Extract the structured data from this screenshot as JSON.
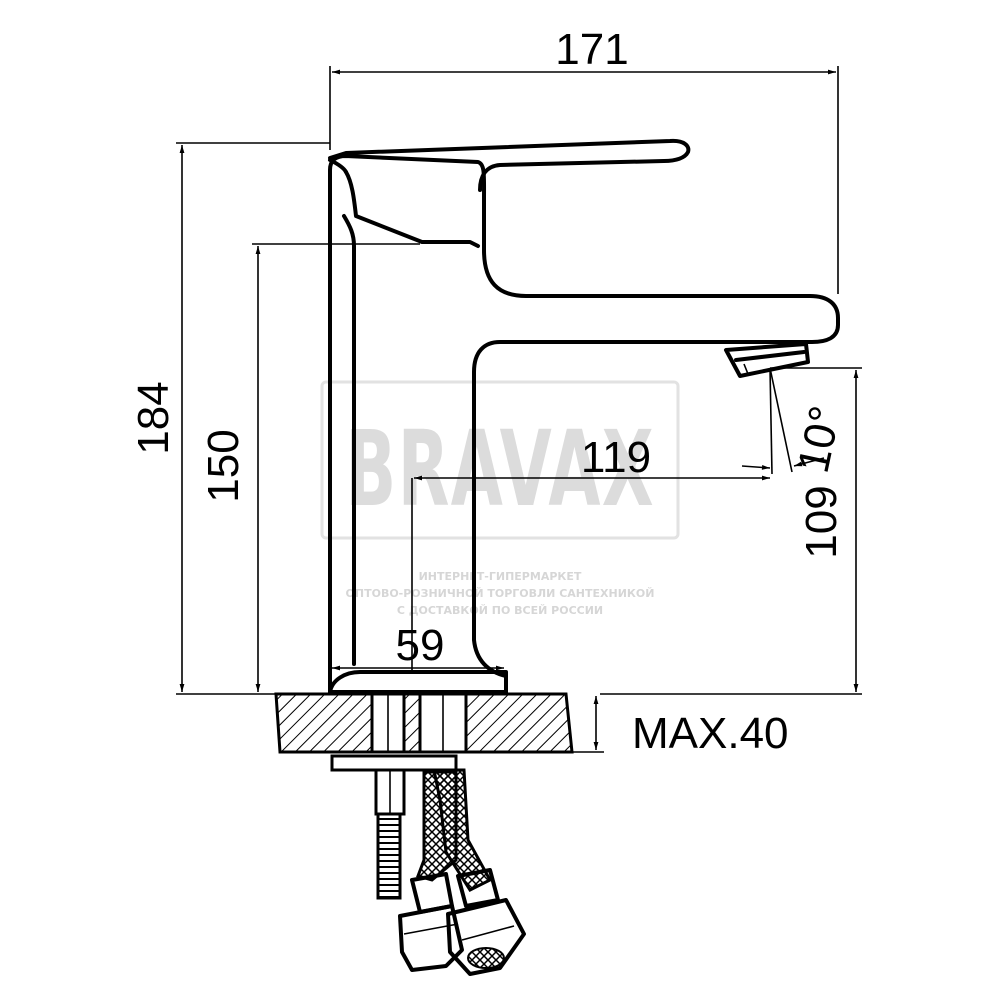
{
  "dimensions": {
    "width_top": "171",
    "height_total": "184",
    "height_spout": "150",
    "spout_reach": "119",
    "base_offset": "59",
    "outlet_height": "109",
    "spout_angle": "10°",
    "max_counter": "MAX.40"
  },
  "watermark": {
    "brand": "BRAVAX",
    "line1": "ИНТЕРНЕТ-ГИПЕРМАРКЕТ",
    "line2": "ОПТОВО-РОЗНИЧНОЙ ТОРГОВЛИ САНТЕХНИКОЙ",
    "line3": "С ДОСТАВКОЙ ПО ВСЕЙ РОССИИ"
  },
  "colors": {
    "line": "#000000",
    "background": "#ffffff",
    "watermark": "#dcdcdc"
  }
}
